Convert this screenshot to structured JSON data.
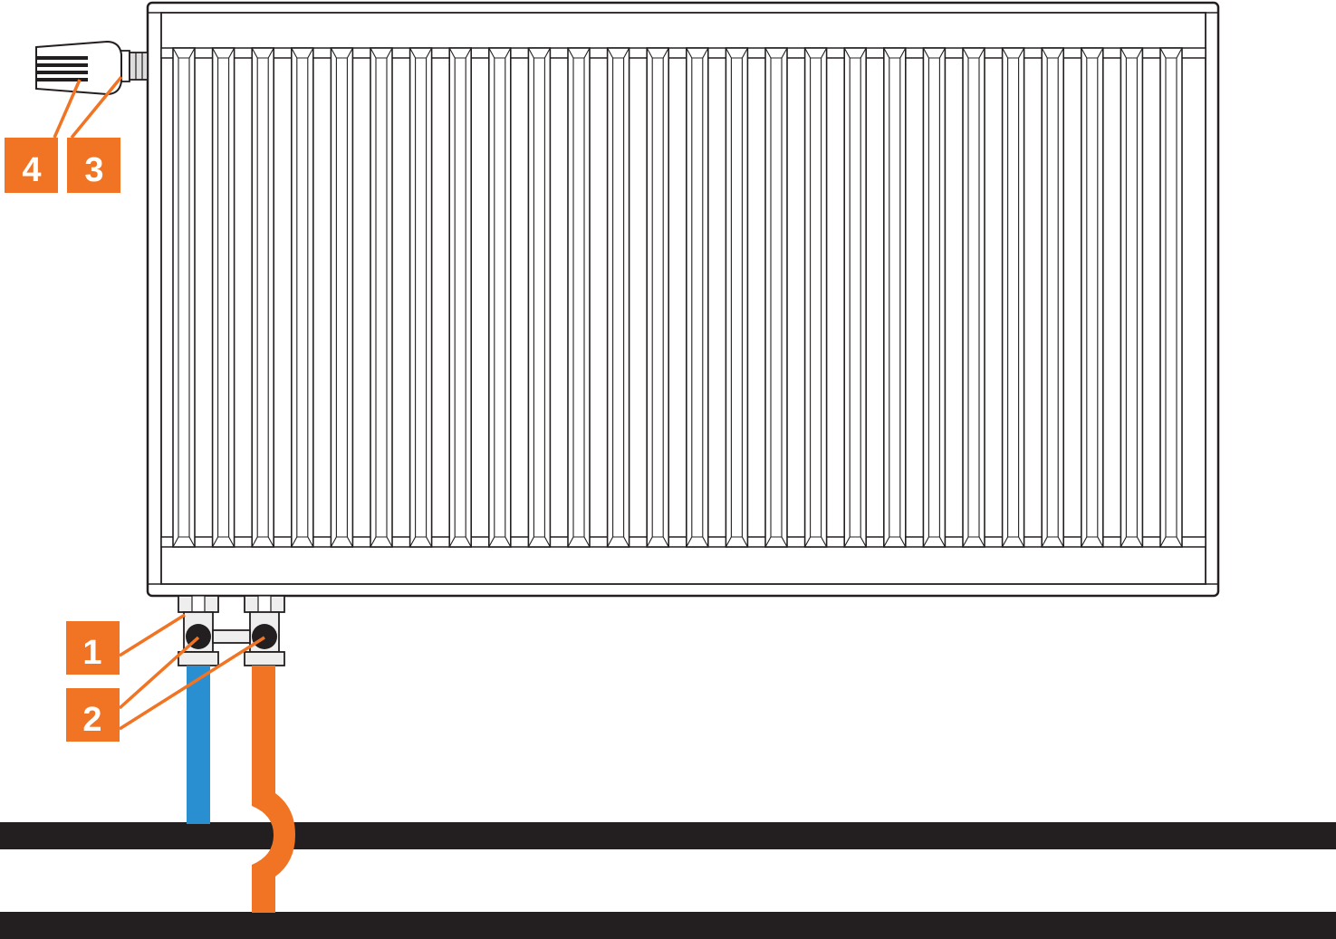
{
  "colors": {
    "callout": "#f07424",
    "supply_pipe": "#f07424",
    "return_pipe": "#2a8fd0",
    "floor": "#231f20",
    "outline": "#231f20",
    "radiator_fill": "#ffffff",
    "valve_body": "#eeeeee",
    "valve_knob": "#231f20"
  },
  "callouts": [
    {
      "label": "1"
    },
    {
      "label": "2"
    },
    {
      "label": "3"
    },
    {
      "label": "4"
    }
  ],
  "radiator": {
    "fin_count": 26
  },
  "icons": {
    "thermostat_head": "thermostatic-head-icon",
    "valve_insert": "valve-insert-icon",
    "bottom_connection": "bottom-connection-valve-icon",
    "shutoff": "shutoff-valve-icon"
  }
}
